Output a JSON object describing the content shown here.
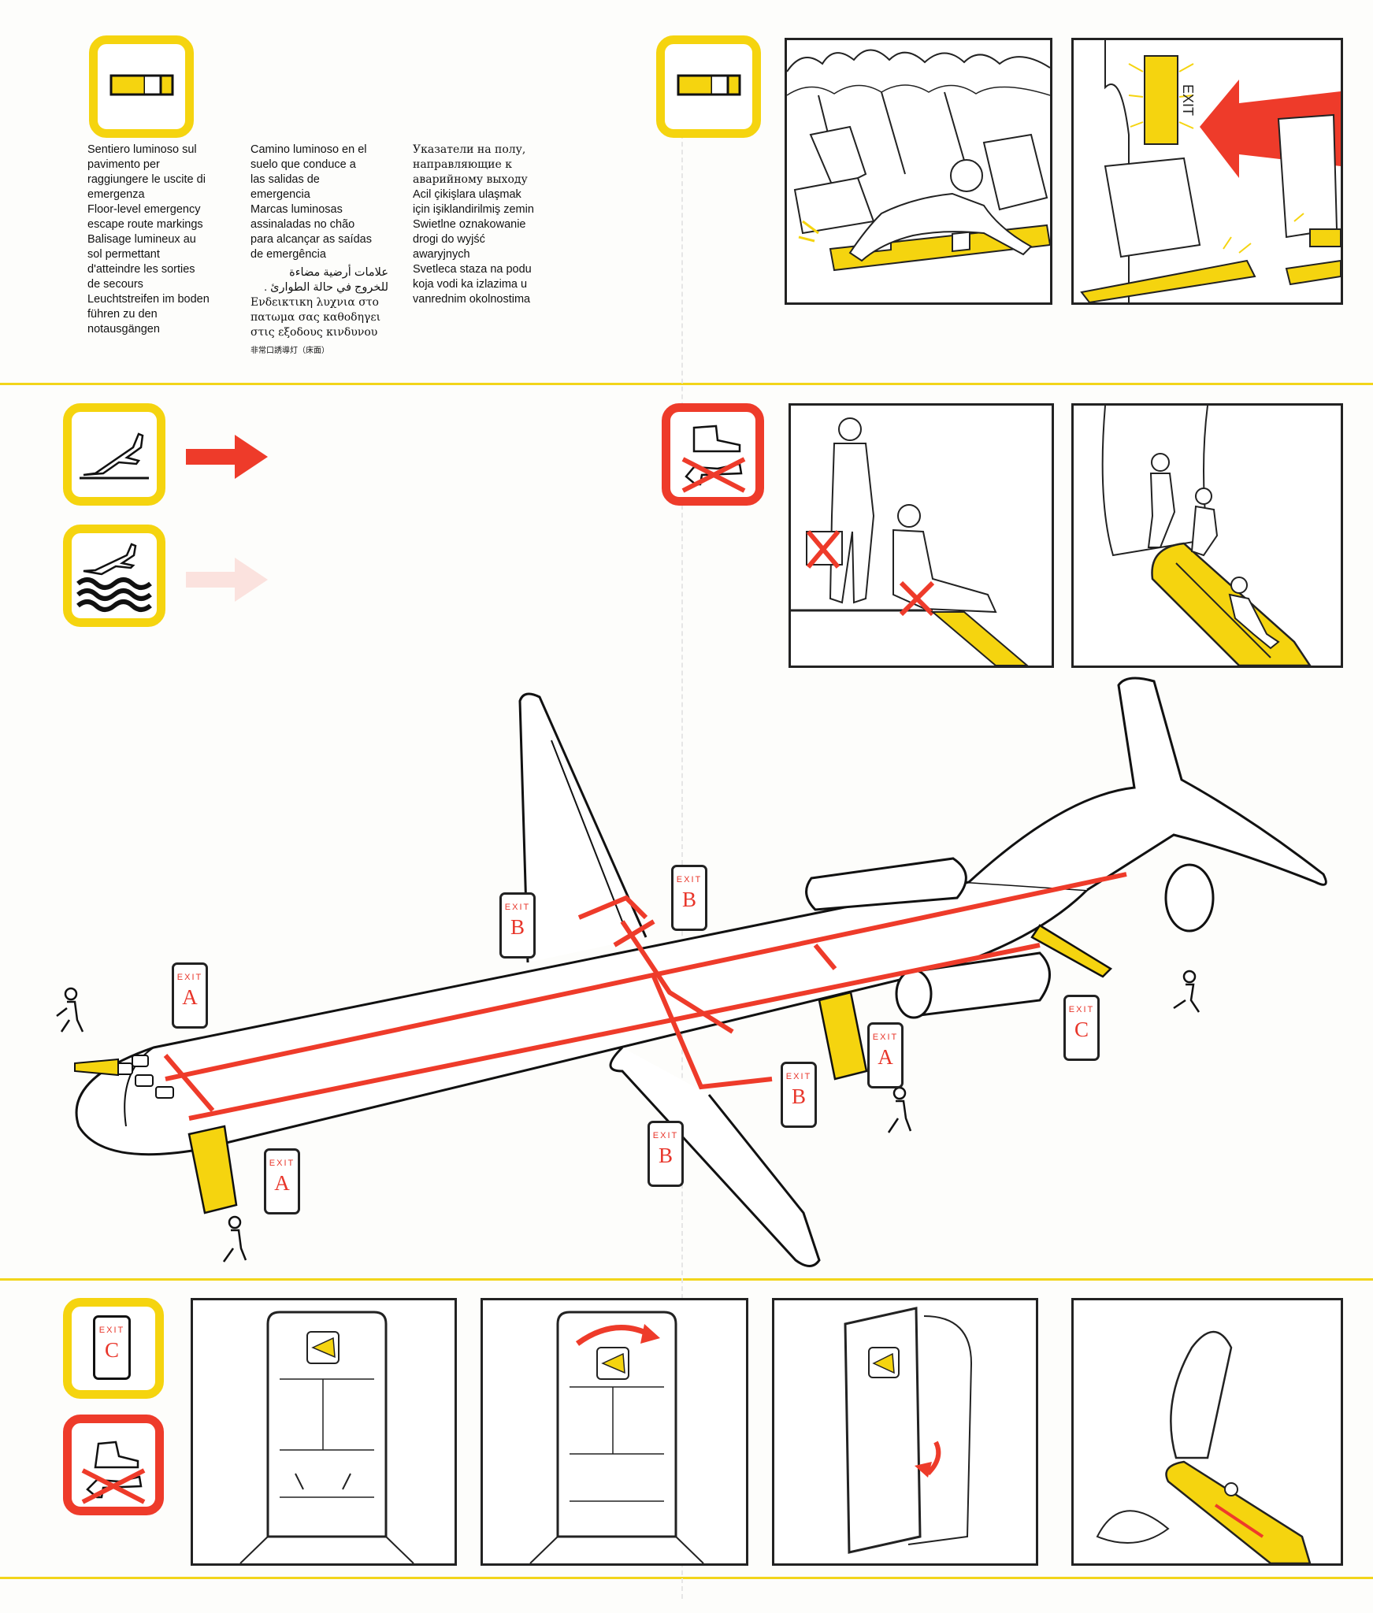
{
  "section1": {
    "texts": {
      "italian": [
        "Sentiero luminoso sul",
        "pavimento per",
        "raggiungere le uscite di",
        "emergenza"
      ],
      "english": [
        "Floor-level emergency",
        "escape route markings"
      ],
      "french": [
        "Balisage lumineux au",
        "sol permettant",
        "d'atteindre les sorties",
        "de secours"
      ],
      "german": [
        "Leuchtstreifen im boden",
        "führen zu den",
        "notausgängen"
      ],
      "spanish": [
        "Camino luminoso en el",
        "suelo que conduce a",
        "las salidas de",
        "emergencia"
      ],
      "portuguese": [
        "Marcas luminosas",
        "assinaladas no chão",
        "para alcançar as saídas",
        "de emergência"
      ],
      "arabic": [
        "علامات أرضية مضاءة",
        "للخروج في حالة الطوارئ ."
      ],
      "greek": [
        "Ενδεικτικη λυχνια στο",
        "πατωμα σας καθοδηγει",
        "στις εξοδους κινδυνου"
      ],
      "chinese": "非常口誘導灯（床面）",
      "russian": [
        "Указатели на полу,",
        "направляющие к",
        "аварийному выходу"
      ],
      "turkish": [
        "Acil çikişlara ulaşmak",
        "için işiklandirilmiş zemin"
      ],
      "polish": [
        "Swietlne oznakowanie",
        "drogi do wyjść",
        "awaryjnych"
      ],
      "serbian": [
        "Svetleca staza na podu",
        "koja vodi ka izlazima u",
        "vanrednim okolnostima"
      ]
    },
    "panel2_sign": "EXIT"
  },
  "exits": {
    "exit_word": "EXIT",
    "a": "A",
    "b": "B",
    "c": "C"
  },
  "colors": {
    "yellow": "#f5d40f",
    "red": "#ee3b2a",
    "line": "#222222"
  },
  "icons": [
    "floor-path-icon",
    "land-evacuation-icon",
    "water-evacuation-icon",
    "no-high-heels-icon",
    "exit-c-icon"
  ]
}
